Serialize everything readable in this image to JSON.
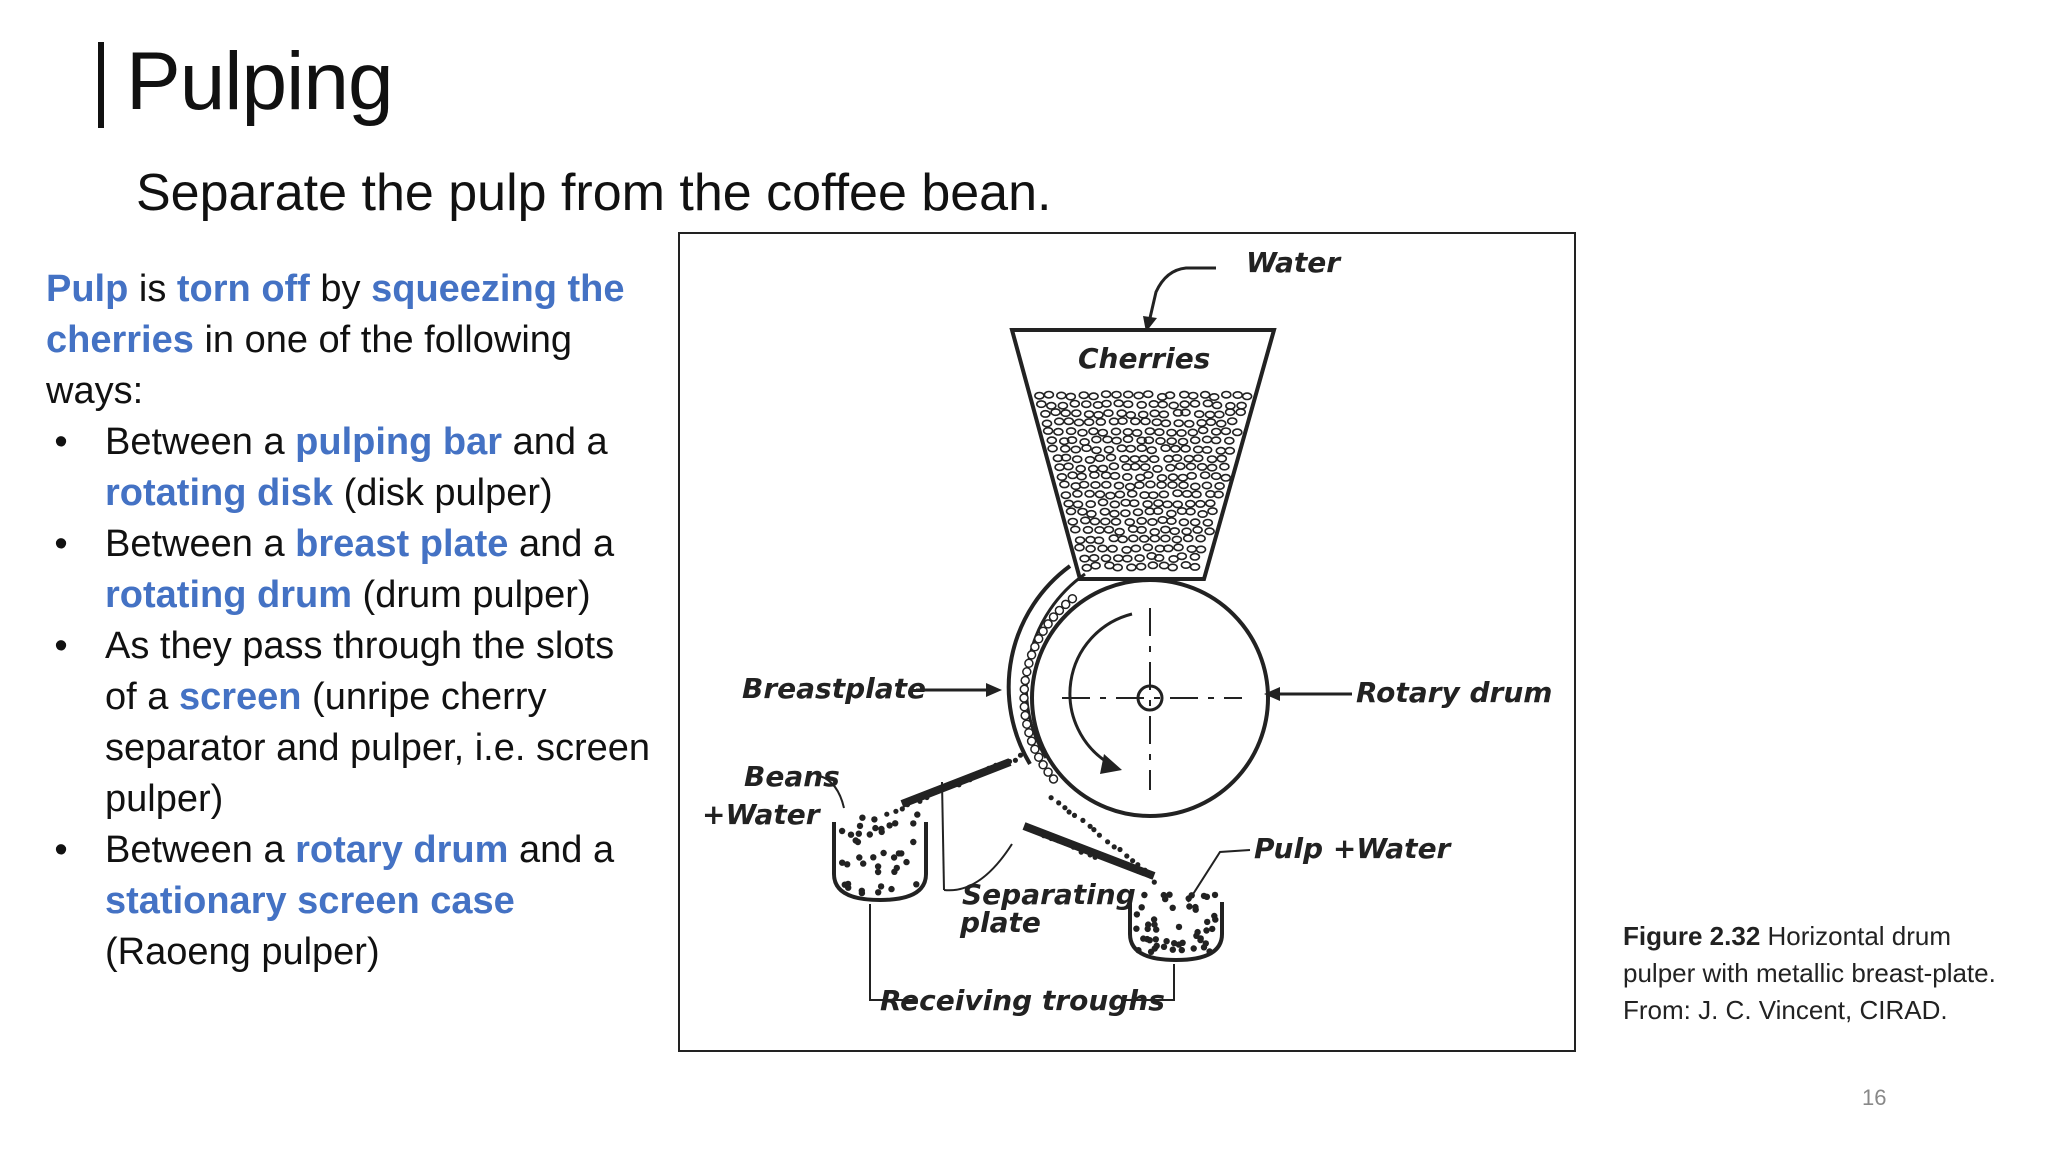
{
  "slide": {
    "title": "Pulping",
    "subtitle": "Separate the  pulp from the coffee bean.",
    "page_number": "16"
  },
  "body": {
    "intro": [
      {
        "text": "Pulp",
        "hl": true
      },
      {
        "text": " is ",
        "hl": false
      },
      {
        "text": "torn off",
        "hl": true
      },
      {
        "text": "  by  ",
        "hl": false
      },
      {
        "text": "squeezing  the cherries",
        "hl": true
      },
      {
        "text": "  in  one  of  the following ways:",
        "hl": false
      }
    ],
    "bullets": [
      [
        {
          "text": "Between a ",
          "hl": false
        },
        {
          "text": "pulping bar",
          "hl": true
        },
        {
          "text": " and a ",
          "hl": false
        },
        {
          "text": "rotating  disk",
          "hl": true
        },
        {
          "text": " (disk pulper)",
          "hl": false
        }
      ],
      [
        {
          "text": "Between  a  ",
          "hl": false
        },
        {
          "text": "breast  plate",
          "hl": true
        },
        {
          "text": "  and  a  ",
          "hl": false
        },
        {
          "text": "rotating  drum",
          "hl": true
        },
        {
          "text": " (drum pulper)",
          "hl": false
        }
      ],
      [
        {
          "text": "As they pass through the slots of a ",
          "hl": false
        },
        {
          "text": "screen",
          "hl": true
        },
        {
          "text": " (unripe cherry separator and pulper,  i.e. screen  pulper)",
          "hl": false
        }
      ],
      [
        {
          "text": "Between a  ",
          "hl": false
        },
        {
          "text": "rotary  drum",
          "hl": true
        },
        {
          "text": " and  a ",
          "hl": false
        },
        {
          "text": "stationary screen case",
          "hl": true
        },
        {
          "text": " (Raoeng pulper)",
          "hl": false
        }
      ]
    ],
    "bullet_glyph": "•"
  },
  "figure": {
    "labels": {
      "water": "Water",
      "cherries": "Cherries",
      "breastplate": "Breastplate",
      "rotary_drum": "Rotary drum",
      "beans": "Beans",
      "beans_water": "+Water",
      "pulp_water": "Pulp  +Water",
      "separating_1": "Separating",
      "separating_2": "plate",
      "receiving": "Receiving troughs"
    },
    "caption_num": "Figure 2.32",
    "caption_text": "  Horizontal drum pulper with metallic breast-plate. From: J. C. Vincent, CIRAD."
  },
  "colors": {
    "highlight": "#4472c4",
    "text": "#111111"
  }
}
